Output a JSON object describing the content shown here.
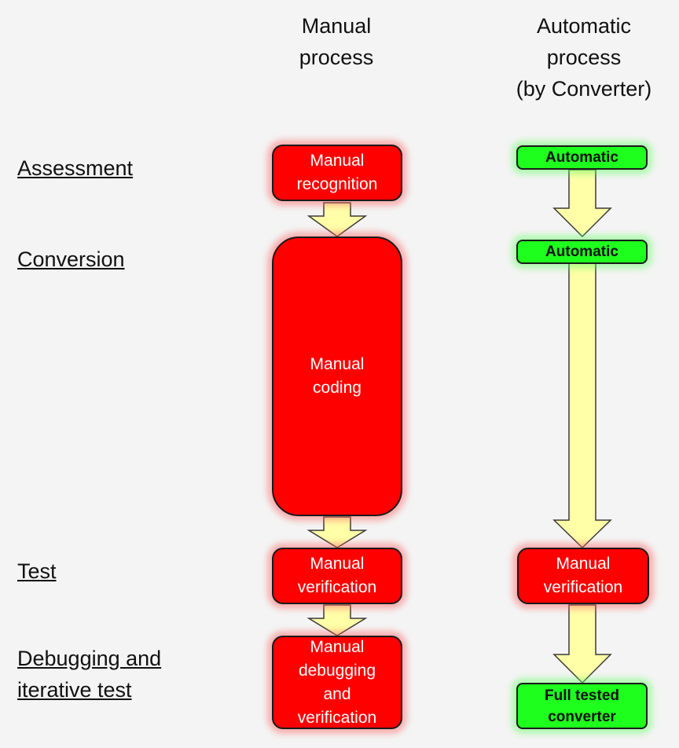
{
  "columns": {
    "manual": {
      "lines": [
        "Manual",
        "process"
      ]
    },
    "automatic": {
      "lines": [
        "Automatic",
        "process",
        "(by Converter)"
      ]
    }
  },
  "stages": [
    {
      "lines": [
        "Assessment"
      ]
    },
    {
      "lines": [
        "Conversion"
      ]
    },
    {
      "lines": [
        "Test"
      ]
    },
    {
      "lines": [
        "Debugging and",
        "iterative test"
      ]
    }
  ],
  "manual_boxes": [
    {
      "lines": [
        "Manual",
        "recognition"
      ],
      "status": "manual"
    },
    {
      "lines": [
        "Manual",
        "coding"
      ],
      "status": "manual"
    },
    {
      "lines": [
        "Manual",
        "verification"
      ],
      "status": "manual"
    },
    {
      "lines": [
        "Manual",
        "debugging",
        "and",
        "verification"
      ],
      "status": "manual"
    }
  ],
  "automatic_boxes": [
    {
      "lines": [
        "Automatic"
      ],
      "status": "automatic"
    },
    {
      "lines": [
        "Automatic"
      ],
      "status": "automatic"
    },
    {
      "lines": [
        "Manual",
        "verification"
      ],
      "status": "manual"
    },
    {
      "lines": [
        "Full tested",
        "converter"
      ],
      "status": "automatic"
    }
  ],
  "colors": {
    "manual_fill": "#ff0000",
    "automatic_fill": "#1eff1e",
    "arrow_fill": "#ffffa8",
    "arrow_stroke": "#3a3a3a"
  }
}
